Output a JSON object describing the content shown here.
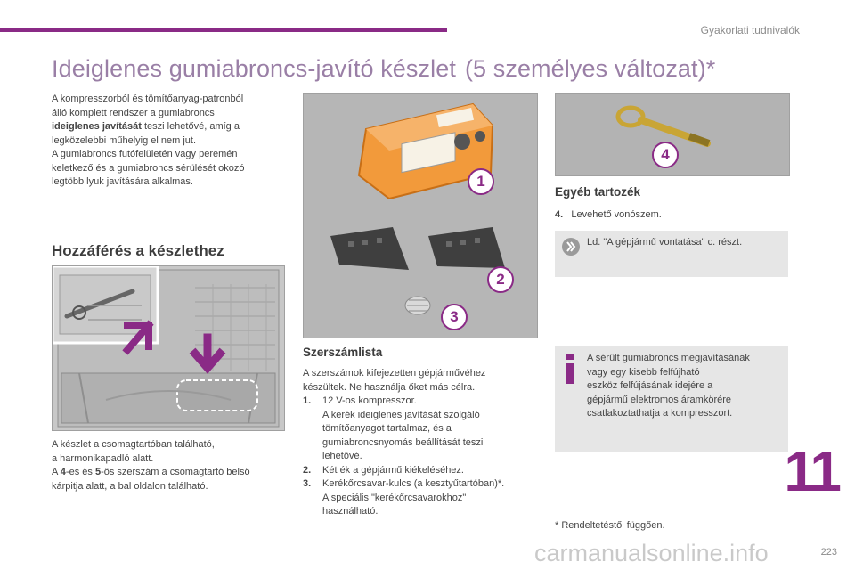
{
  "header": {
    "section": "Gyakorlati tudnivalók"
  },
  "page": {
    "title": "Ideiglenes gumiabroncs-javító készlet",
    "title_suffix": "(5 személyes változat)*",
    "chapter_number": "11",
    "page_number": "223",
    "accent_color": "#8a2a86"
  },
  "intro": {
    "line1": "A kompresszorból és tömítőanyag-patronból",
    "line2": "álló komplett rendszer a gumiabroncs",
    "bold": "ideiglenes javítását",
    "line3_rest": " teszi lehetővé, amíg a",
    "line4": "legközelebbi műhelyig el nem jut.",
    "line5": "A gumiabroncs futófelületén vagy peremén",
    "line6": "keletkező és a gumiabroncs sérülését okozó",
    "line7": "legtöbb lyuk javítására alkalmas."
  },
  "access": {
    "heading": "Hozzáférés a készlethez",
    "line1": "A készlet a csomagtartóban található,",
    "line2": "a harmonikapadló alatt.",
    "line3_pre": "A ",
    "line3_b1": "4",
    "line3_mid1": "-es és ",
    "line3_b2": "5",
    "line3_rest": "-ös szerszám a csomagtartó belső",
    "line4": "kárpitja alatt, a bal oldalon található."
  },
  "kit_photo": {
    "badges": [
      "1",
      "2",
      "3"
    ]
  },
  "tools": {
    "heading": "Szerszámlista",
    "intro1": "A szerszámok kifejezetten gépjárművéhez",
    "intro2": "készültek. Ne használja őket más célra.",
    "items": [
      {
        "num": "1.",
        "lines": [
          "12 V-os kompresszor.",
          "A kerék ideiglenes javítását szolgáló",
          "tömítőanyagot tartalmaz, és a",
          "gumiabroncsnyomás beállítását teszi",
          "lehetővé."
        ]
      },
      {
        "num": "2.",
        "lines": [
          "Két ék a gépjármű kiékeléséhez."
        ]
      },
      {
        "num": "3.",
        "lines": [
          "Kerékőrcsavar-kulcs (a kesztyűtartóban)*.",
          "A speciális \"kerékőrcsavarokhoz\"",
          "használható."
        ]
      }
    ]
  },
  "other": {
    "badge": "4",
    "heading": "Egyéb tartozék",
    "item_num": "4.",
    "item_text": "Levehető vonószem.",
    "ref_text": "Ld. \"A gépjármű vontatása\" c. részt.",
    "ref_icon": "double-chevron-right-icon"
  },
  "info": {
    "icon": "info-icon",
    "lines": [
      "A sérült gumiabroncs megjavításának",
      "vagy egy kisebb felfújható",
      "eszköz felfújásának idejére a",
      "gépjármű elektromos áramkörére",
      "csatlakoztathatja a kompresszort."
    ]
  },
  "footnote": "* Rendeltetéstől függően.",
  "watermark": "carmanualsonline.info"
}
